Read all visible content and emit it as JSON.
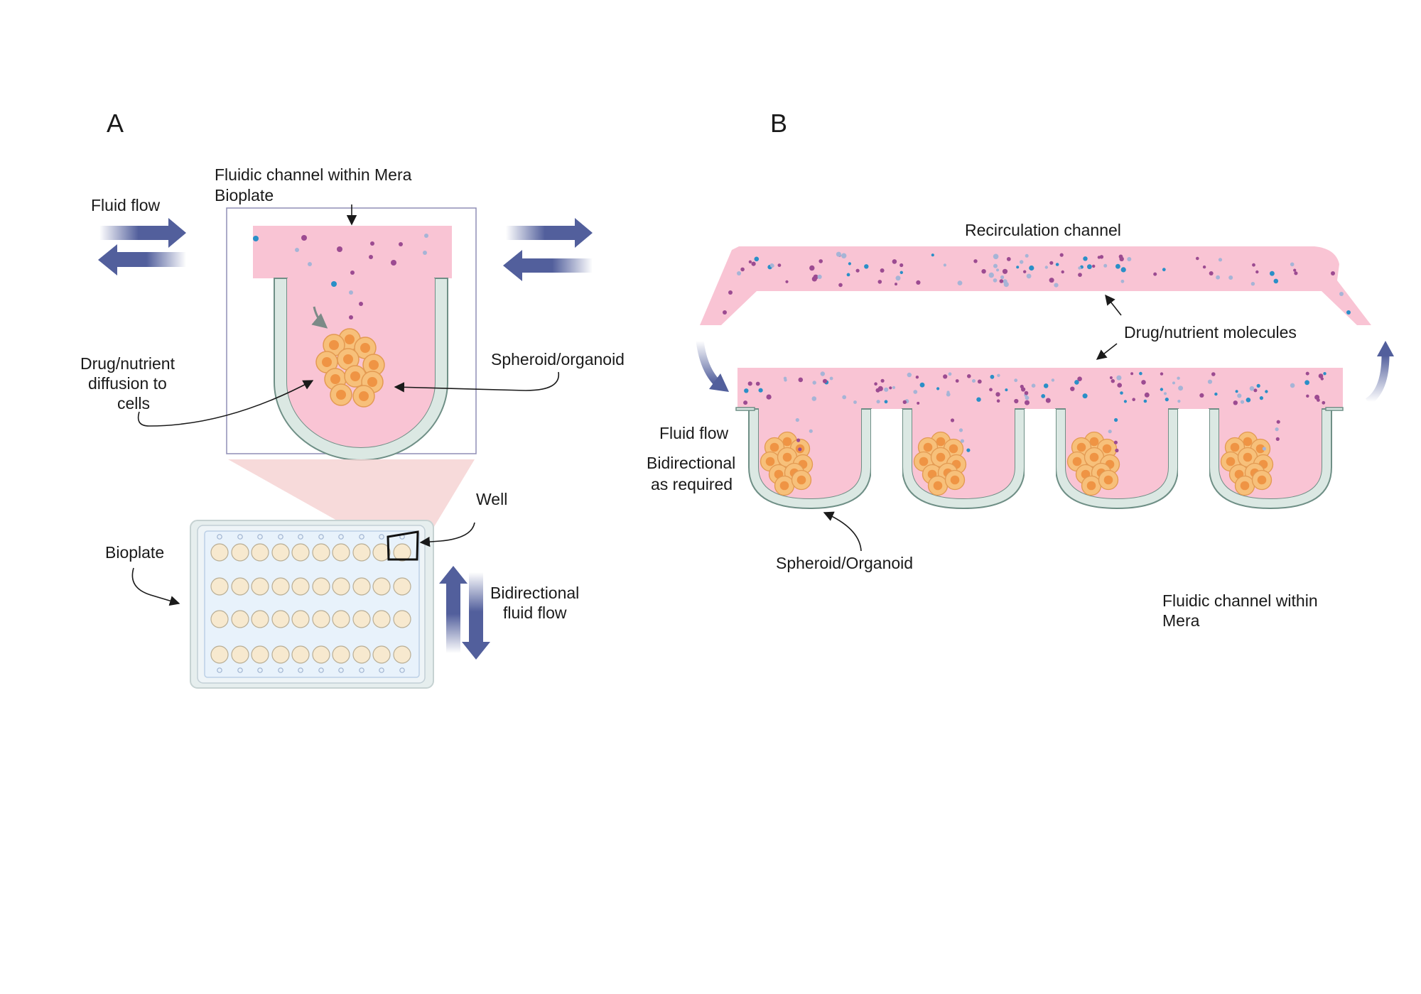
{
  "panel_a": {
    "letter": "A",
    "fluid_flow": "Fluid flow",
    "channel_label": [
      "Fluidic channel within Mera",
      "Bioplate"
    ],
    "diffusion_label": [
      "Drug/nutrient",
      "diffusion to",
      "cells"
    ],
    "spheroid_label": "Spheroid/organoid",
    "well_label": "Well",
    "bioplate_label": "Bioplate",
    "bidirectional_label": [
      "Bidirectional",
      "fluid flow"
    ]
  },
  "panel_b": {
    "letter": "B",
    "recirculation_label": "Recirculation channel",
    "molecules_label": "Drug/nutrient molecules",
    "fluid_flow": "Fluid flow",
    "bidirectional_label": [
      "Bidirectional",
      "as required"
    ],
    "spheroid_label": "Spheroid/Organoid",
    "channel_label": [
      "Fluidic channel within",
      "Mera"
    ]
  },
  "colors": {
    "medium_pink": "#f9c4d4",
    "wall": "#dbe8e3",
    "wall_stroke": "#6f8f86",
    "arrow_blue": "#525f9c",
    "cell_fill": "#f7c07a",
    "cell_nucleus": "#ef9444",
    "cell_stroke": "#e39a52",
    "molecule_purple": "#9c4b91",
    "molecule_blue": "#2a8fc7",
    "molecule_light": "#a6b4d6",
    "well_fill": "#f7e9cf"
  }
}
